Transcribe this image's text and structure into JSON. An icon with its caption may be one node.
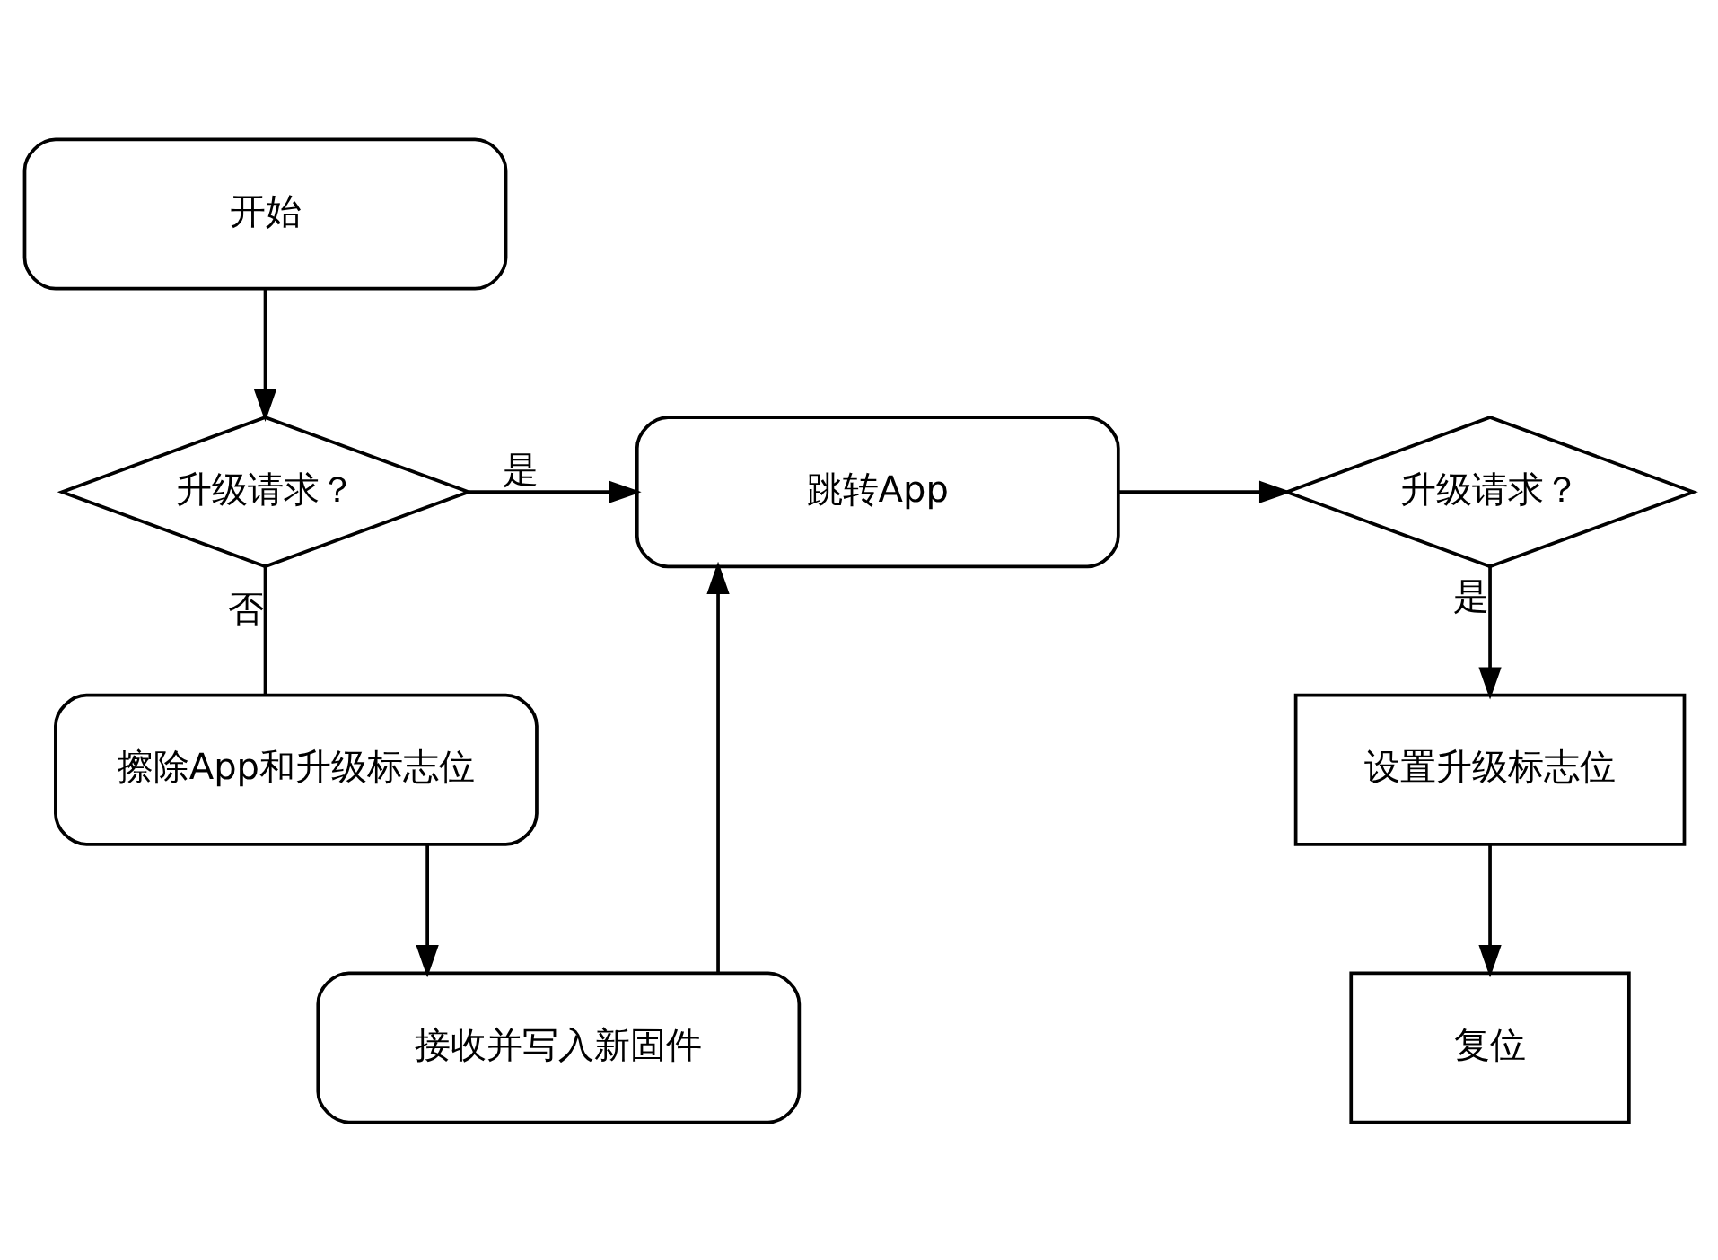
{
  "diagram": {
    "nodes": [
      {
        "text": [
          "开始"
        ]
      },
      {
        "text": [
          "升级请求？"
        ]
      },
      {
        "text": [
          "跳转App"
        ]
      },
      {
        "text": [
          "升级请求？"
        ]
      },
      {
        "text": [
          "擦除App和升级标志位"
        ]
      },
      {
        "text": [
          "接收并写入新固件"
        ]
      },
      {
        "text": [
          "设置升级标志位"
        ]
      },
      {
        "text": [
          "复位"
        ]
      }
    ],
    "edges": [
      {
        "from": 0,
        "to": 1,
        "arrow": "to"
      },
      {
        "from": 1,
        "to": 2,
        "arrow": "to",
        "label": "是"
      },
      {
        "from": 1,
        "to": 4,
        "arrow": "none",
        "label": "否"
      },
      {
        "from": 4,
        "to": 5,
        "arrow": "to"
      },
      {
        "from": 5,
        "to": 2,
        "arrow": "to"
      },
      {
        "from": 2,
        "to": 3,
        "arrow": "to"
      },
      {
        "from": 3,
        "to": 6,
        "arrow": "to",
        "label": "是"
      },
      {
        "from": 6,
        "to": 7,
        "arrow": "to"
      }
    ]
  }
}
